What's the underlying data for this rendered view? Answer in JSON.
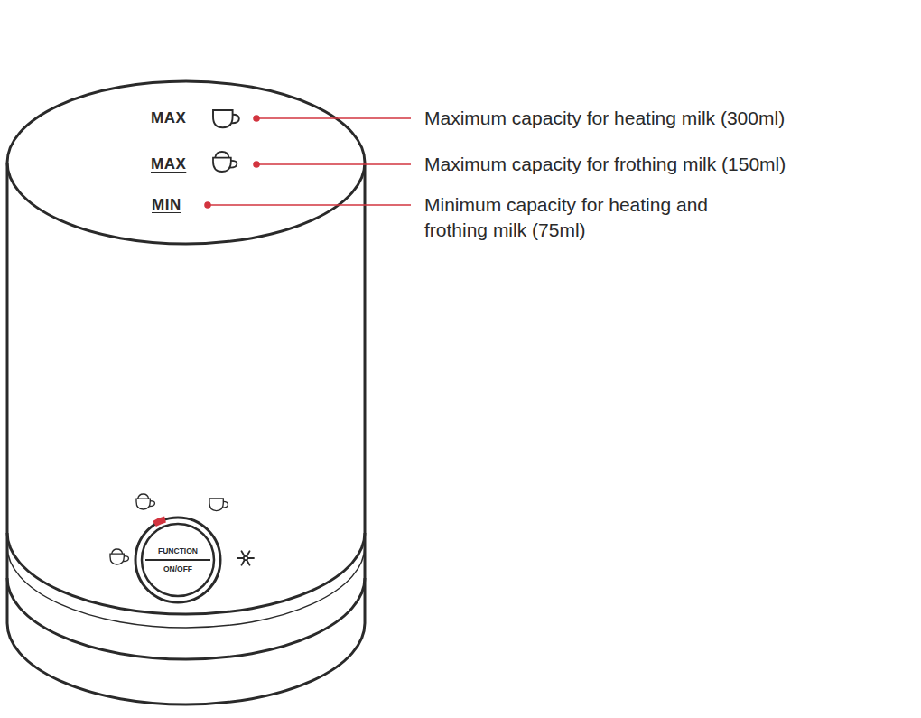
{
  "diagram": {
    "nodes": [
      {
        "text": [
          "FUNCTION",
          "ON/OFF"
        ]
      }
    ],
    "labels": [
      "MAX",
      "MAX",
      "MIN",
      "Maximum capacity for heating milk (300ml)",
      "Maximum capacity for frothing milk (150ml)",
      "Minimum capacity for heating and frothing milk (75ml)"
    ]
  }
}
